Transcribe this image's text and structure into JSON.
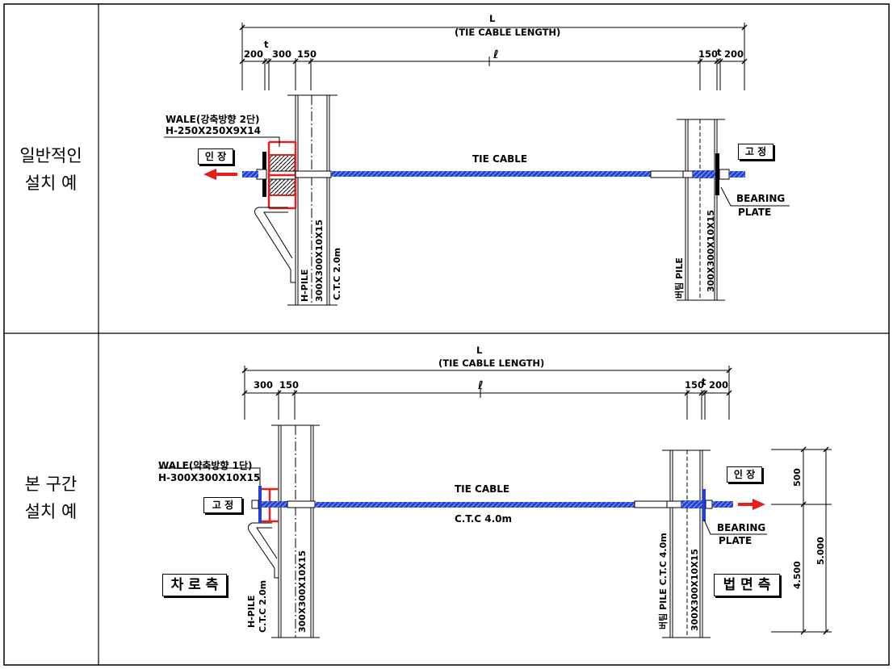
{
  "rows": [
    {
      "title_lines": [
        "일반적인",
        "설치 예"
      ]
    },
    {
      "title_lines": [
        "본 구간",
        "설치 예"
      ]
    }
  ],
  "top": {
    "L": "L",
    "tie_cable_length": "(TIE CABLE LENGTH)",
    "dims": [
      "200",
      "t",
      "300",
      "150",
      "ℓ",
      "150",
      "t",
      "200"
    ],
    "wale": "WALE(강축방향 2단)",
    "wale_size": "H-250X250X9X14",
    "pull_box": "인 장",
    "fix_box": "고 정",
    "tie_cable": "TIE CABLE",
    "bearing": "BEARING",
    "plate": "PLATE",
    "h_pile": "H-PILE",
    "pile_size_left": "300X300X10X15",
    "ctc_left": "C.T.C 2.0m",
    "strut_pile": "버팀 PILE",
    "pile_size_right": "300X300X10X15"
  },
  "bottom": {
    "L": "L",
    "tie_cable_length": "(TIE CABLE LENGTH)",
    "dims": [
      "300",
      "150",
      "ℓ",
      "150",
      "t",
      "200"
    ],
    "wale": "WALE(약축방향 1단)",
    "wale_size": "H-300X300X10X15",
    "fix_box": "고 정",
    "pull_box": "인 장",
    "tie_cable": "TIE CABLE",
    "ctc": "C.T.C 4.0m",
    "bearing": "BEARING",
    "plate": "PLATE",
    "road_side": "차 로 측",
    "slope_side": "법 면 측",
    "h_pile": "H-PILE",
    "ctc_left": "C.T.C 2.0m",
    "pile_size_left": "300X300X10X15",
    "strut_pile": "버팀 PILE  C.T.C 4.0m",
    "pile_size_right": "300X300X10X15",
    "dim_500": "500",
    "dim_4500": "4.500",
    "dim_5000": "5.000"
  },
  "colors": {
    "cable": "#1f3fd6",
    "red": "#e61e1e",
    "line": "#000000"
  }
}
